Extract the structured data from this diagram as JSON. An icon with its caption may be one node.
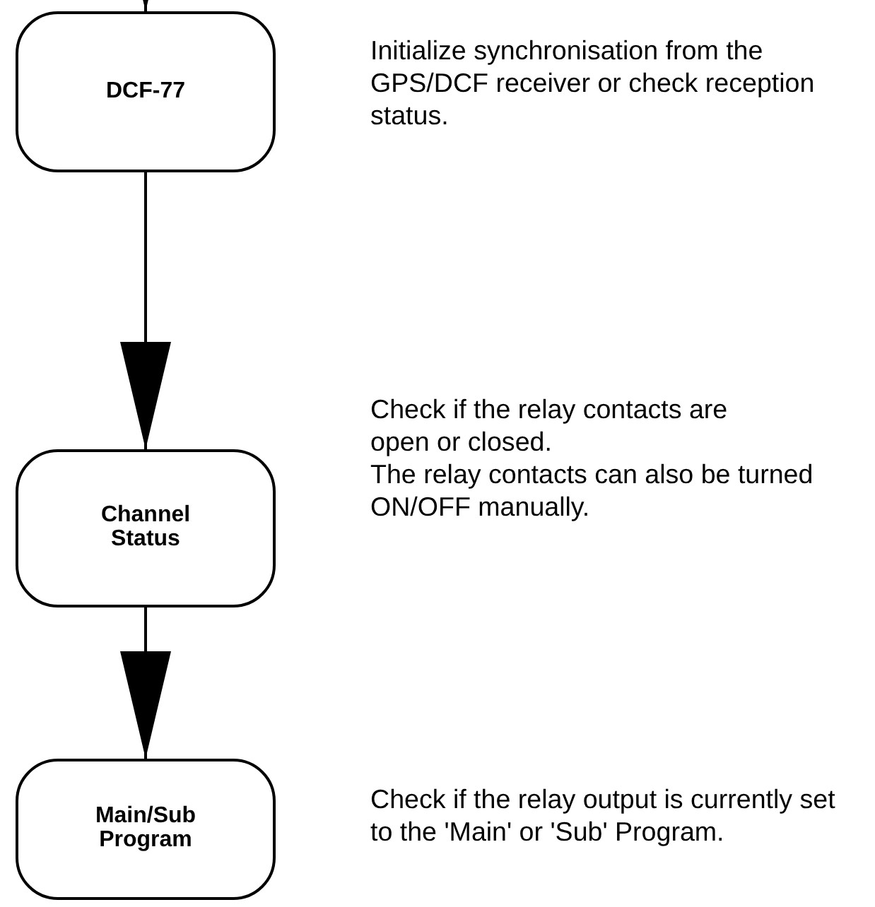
{
  "diagram": {
    "nodes": [
      {
        "text": [
          "DCF-77"
        ],
        "beside": [
          "Initialize synchronisation from the GPS/DCF receiver or check reception status."
        ]
      },
      {
        "text": [
          "Channel Status"
        ],
        "beside": [
          "Check if the relay contacts are open or closed.",
          "The relay contacts can also be turned ON/OFF manually."
        ]
      },
      {
        "text": [
          "Main/Sub Program"
        ],
        "beside": [
          "Check if the relay output is currently set to the 'Main' or 'Sub' Program."
        ]
      }
    ],
    "edges": [
      {
        "from": null,
        "to": 0,
        "arrow": "to"
      },
      {
        "from": 0,
        "to": 1,
        "arrow": "to"
      },
      {
        "from": 1,
        "to": 2,
        "arrow": "to"
      }
    ]
  }
}
